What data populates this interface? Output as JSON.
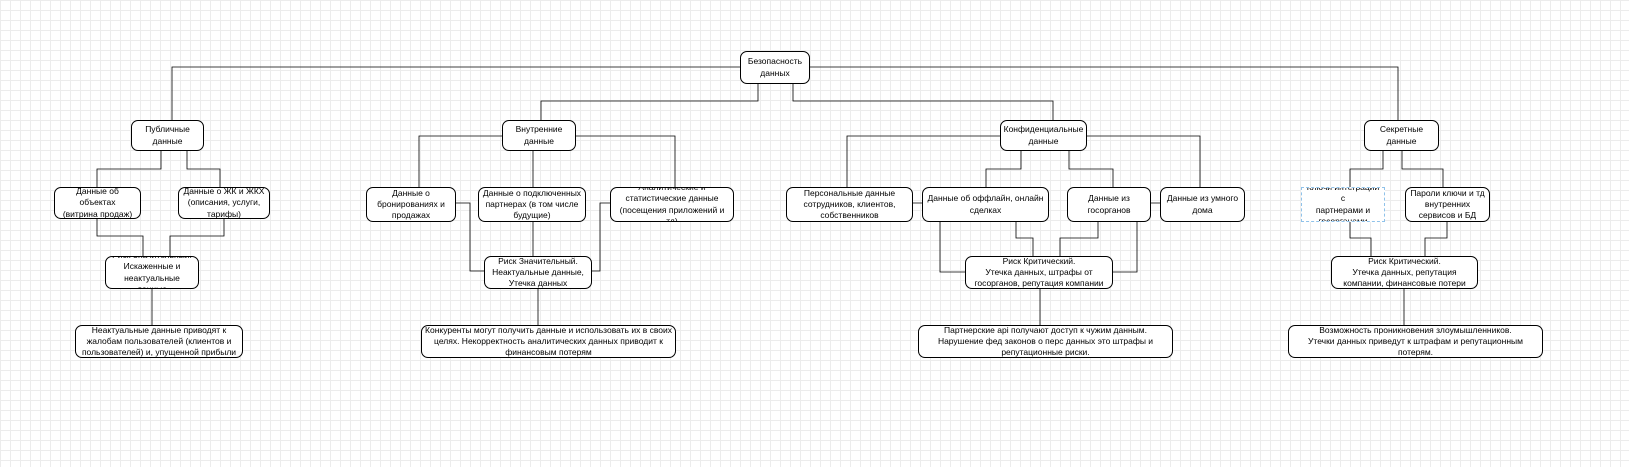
{
  "diagram": {
    "root": "Безопасность\nданных",
    "branches": [
      {
        "category": "Публичные\nданные",
        "items": [
          "Данные об объектах\n(витрина продаж)",
          "Данные о ЖК и ЖКХ\n(описания, услуги,\nтарифы)"
        ],
        "risk": "Риск Значительный.\nИскаженные и\nнеактуальные данные",
        "consequence": "Неактуальные данные приводят к\nжалобам пользователей (клиентов и\nпользователей) и, упущенной прибыли"
      },
      {
        "category": "Внутренние\nданные",
        "items": [
          "Данные о\nбронированиях и\nпродажах",
          "Данные о подключенных\nпартнерах (в том числе\nбудущие)",
          "Аналитические и\nстатистические данные\n(посещения приложений и тд)"
        ],
        "risk": "Риск Значительный.\nНеактуальные данные,\nУтечка данных",
        "consequence": "Конкуренты могут получить данные и использовать их в своих\nцелях. Некорректность аналитических данных приводит к\nфинансовым потерям"
      },
      {
        "category": "Конфиденциальные\nданные",
        "items": [
          "Персональные данные\nсотрудников, клиентов,\nсобственников",
          "Данные об оффлайн, онлайн\nсделках",
          "Данные из\nгосорганов",
          "Данные из умного\nдома"
        ],
        "risk": "Риск Критический.\nУтечка данных, штрафы от\nгосорганов, репутация компании",
        "consequence": "Партнерские api получают доступ к чужим данным.\nНарушение фед законов о перс данных это штрафы и\nрепутационные риски."
      },
      {
        "category": "Секретные\nданные",
        "items": [
          "Ключи интеграций с\nпартнерами и\nгосорганами",
          "Пароли ключи и тд\nвнутренних\nсервисов и БД"
        ],
        "risk": "Риск Критический.\nУтечка данных, репутация\nкомпании, финансовые потери",
        "consequence": "Возможность проникновения злоумышленников.\nУтечки данных приведут к штрафам и репутационным\nпотерям."
      }
    ]
  }
}
